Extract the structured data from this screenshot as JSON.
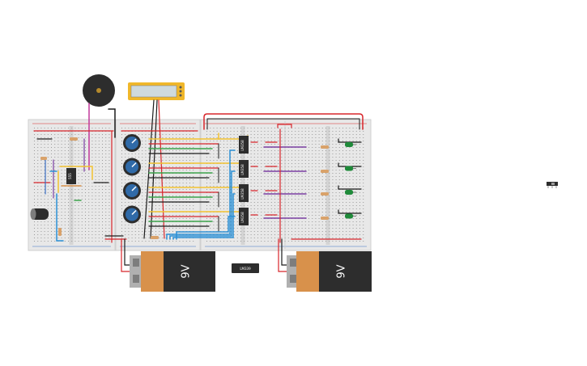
{
  "canvas": {
    "background": "#ffffff"
  },
  "colors": {
    "board": "#e8e8e8",
    "rail_red": "#d8262b",
    "rail_blue": "#3a6fc4",
    "wire_red": "#d8262b",
    "wire_yellow": "#f2c230",
    "wire_green": "#3ba34a",
    "wire_black": "#1c1c1c",
    "wire_blue": "#2b8fd6",
    "wire_purple": "#7b3fa3",
    "wire_magenta": "#c2389b",
    "battery_body": "#2d2d2d",
    "battery_cap": "#d8914b",
    "lcd_frame": "#f0b72a",
    "lcd_screen": "#cfdadd",
    "pot_knob": "#2f6aa8",
    "led_green": "#1f8a3a"
  },
  "components": {
    "batteries": [
      {
        "id": "battery-left",
        "label": "9V"
      },
      {
        "id": "battery-right",
        "label": "9V"
      }
    ],
    "chips": [
      {
        "id": "chip-555",
        "label": "555"
      },
      {
        "id": "chip-loose",
        "label": "LM339"
      },
      {
        "id": "chip-stage-1",
        "label": "LM358"
      },
      {
        "id": "chip-stage-2",
        "label": "LM358"
      },
      {
        "id": "chip-stage-3",
        "label": "LM358"
      },
      {
        "id": "chip-stage-4",
        "label": "LM358"
      }
    ],
    "potentiometer_count": 4,
    "led_count": 4,
    "breadboard_count": 3,
    "icons": [
      "buzzer-icon",
      "lcd-display-icon",
      "capacitor-icon",
      "potentiometer-icon",
      "led-icon",
      "switch-icon"
    ]
  }
}
